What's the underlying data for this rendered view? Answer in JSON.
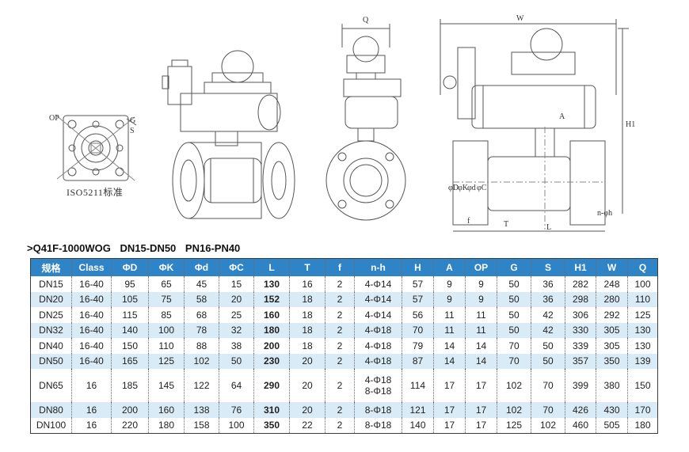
{
  "drawing_labels": {
    "iso": "ISO5211标准",
    "op": "OP",
    "g": "G",
    "s": "S",
    "q": "Q",
    "w": "W",
    "h1": "H1",
    "a": "A",
    "phi_d": "φD",
    "phi_k": "φK",
    "phi_d_small": "φd",
    "phi_c": "φC",
    "n_phi_h": "n-φh",
    "f": "f",
    "t": "T",
    "l": "L"
  },
  "heading": {
    "model": ">Q41F-1000WOG",
    "size": "DN15-DN50",
    "pressure": "PN16-PN40"
  },
  "table": {
    "headers": [
      "规格",
      "Class",
      "ΦD",
      "ΦK",
      "Φd",
      "ΦC",
      "L",
      "T",
      "f",
      "n-h",
      "H",
      "A",
      "OP",
      "G",
      "S",
      "H1",
      "W",
      "Q"
    ],
    "rows": [
      [
        "DN15",
        "16-40",
        "95",
        "65",
        "45",
        "15",
        "130",
        "16",
        "2",
        "4-Φ14",
        "57",
        "9",
        "9",
        "50",
        "36",
        "282",
        "248",
        "100"
      ],
      [
        "DN20",
        "16-40",
        "105",
        "75",
        "58",
        "20",
        "152",
        "18",
        "2",
        "4-Φ14",
        "57",
        "9",
        "9",
        "50",
        "36",
        "298",
        "280",
        "110"
      ],
      [
        "DN25",
        "16-40",
        "115",
        "85",
        "68",
        "25",
        "160",
        "18",
        "2",
        "4-Φ14",
        "56",
        "11",
        "11",
        "50",
        "42",
        "306",
        "292",
        "125"
      ],
      [
        "DN32",
        "16-40",
        "140",
        "100",
        "78",
        "32",
        "180",
        "18",
        "2",
        "4-Φ18",
        "70",
        "11",
        "11",
        "50",
        "42",
        "330",
        "305",
        "130"
      ],
      [
        "DN40",
        "16-40",
        "150",
        "110",
        "88",
        "38",
        "200",
        "18",
        "2",
        "4-Φ18",
        "79",
        "14",
        "14",
        "70",
        "50",
        "339",
        "305",
        "130"
      ],
      [
        "DN50",
        "16-40",
        "165",
        "125",
        "102",
        "50",
        "230",
        "20",
        "2",
        "4-Φ18",
        "87",
        "14",
        "14",
        "70",
        "50",
        "357",
        "350",
        "139"
      ],
      [
        "DN65",
        "16",
        "185",
        "145",
        "122",
        "64",
        "290",
        "20",
        "2",
        "4-Φ18",
        "114",
        "17",
        "17",
        "102",
        "70",
        "399",
        "380",
        "150"
      ],
      [
        "DN80",
        "16",
        "200",
        "160",
        "138",
        "76",
        "310",
        "20",
        "2",
        "8-Φ18",
        "121",
        "17",
        "17",
        "102",
        "70",
        "426",
        "430",
        "170"
      ],
      [
        "DN100",
        "16",
        "220",
        "180",
        "158",
        "100",
        "350",
        "22",
        "2",
        "8-Φ18",
        "140",
        "17",
        "17",
        "125",
        "102",
        "460",
        "505",
        "180"
      ]
    ],
    "dn65_nh_second": "8-Φ18"
  },
  "colors": {
    "header_bg": "#2f83c7",
    "stripe_bg": "#d9ebf7",
    "line": "#555555"
  }
}
